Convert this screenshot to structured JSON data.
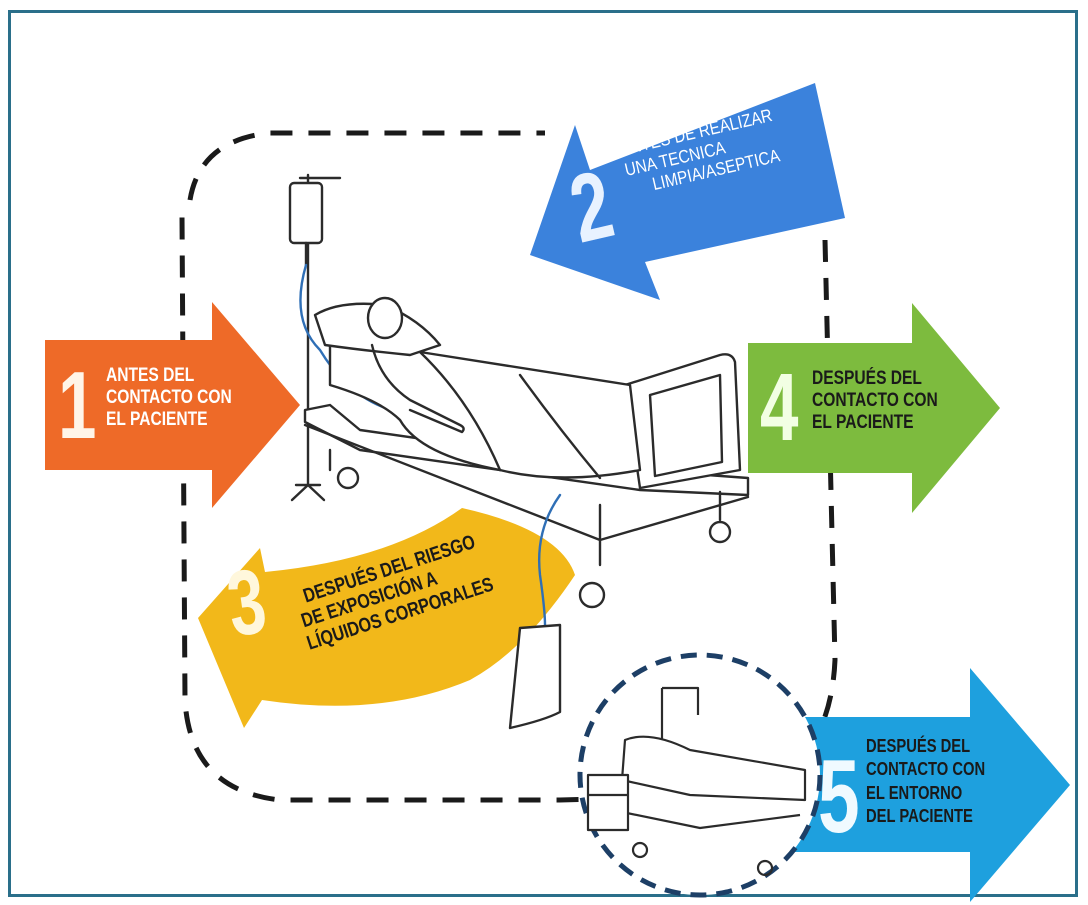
{
  "moments": [
    {
      "number": "1",
      "lines": [
        "ANTES DEL",
        "CONTACTO CON",
        "EL PACIENTE"
      ],
      "color": "#ee6a28"
    },
    {
      "number": "2",
      "lines": [
        "ANTES DE REALIZAR",
        "UNA TECNICA",
        "LIMPIA/ASEPTICA"
      ],
      "color": "#3b82dc"
    },
    {
      "number": "3",
      "lines": [
        "DESPUÉS DEL RIESGO",
        "DE EXPOSICIÓN A",
        "LÍQUIDOS CORPORALES"
      ],
      "color": "#f2b81a"
    },
    {
      "number": "4",
      "lines": [
        "DESPUÉS DEL",
        "CONTACTO CON",
        "EL PACIENTE"
      ],
      "color": "#7dbb3e"
    },
    {
      "number": "5",
      "lines": [
        "DESPUÉS DEL",
        "CONTACTO CON",
        "EL ENTORNO",
        "DEL PACIENTE"
      ],
      "color": "#1ea0de"
    }
  ],
  "icons": {
    "bed": "hospital-bed-icon",
    "iv": "iv-drip-icon",
    "drain": "drainage-bag-icon",
    "environment": "patient-environment-icon"
  }
}
